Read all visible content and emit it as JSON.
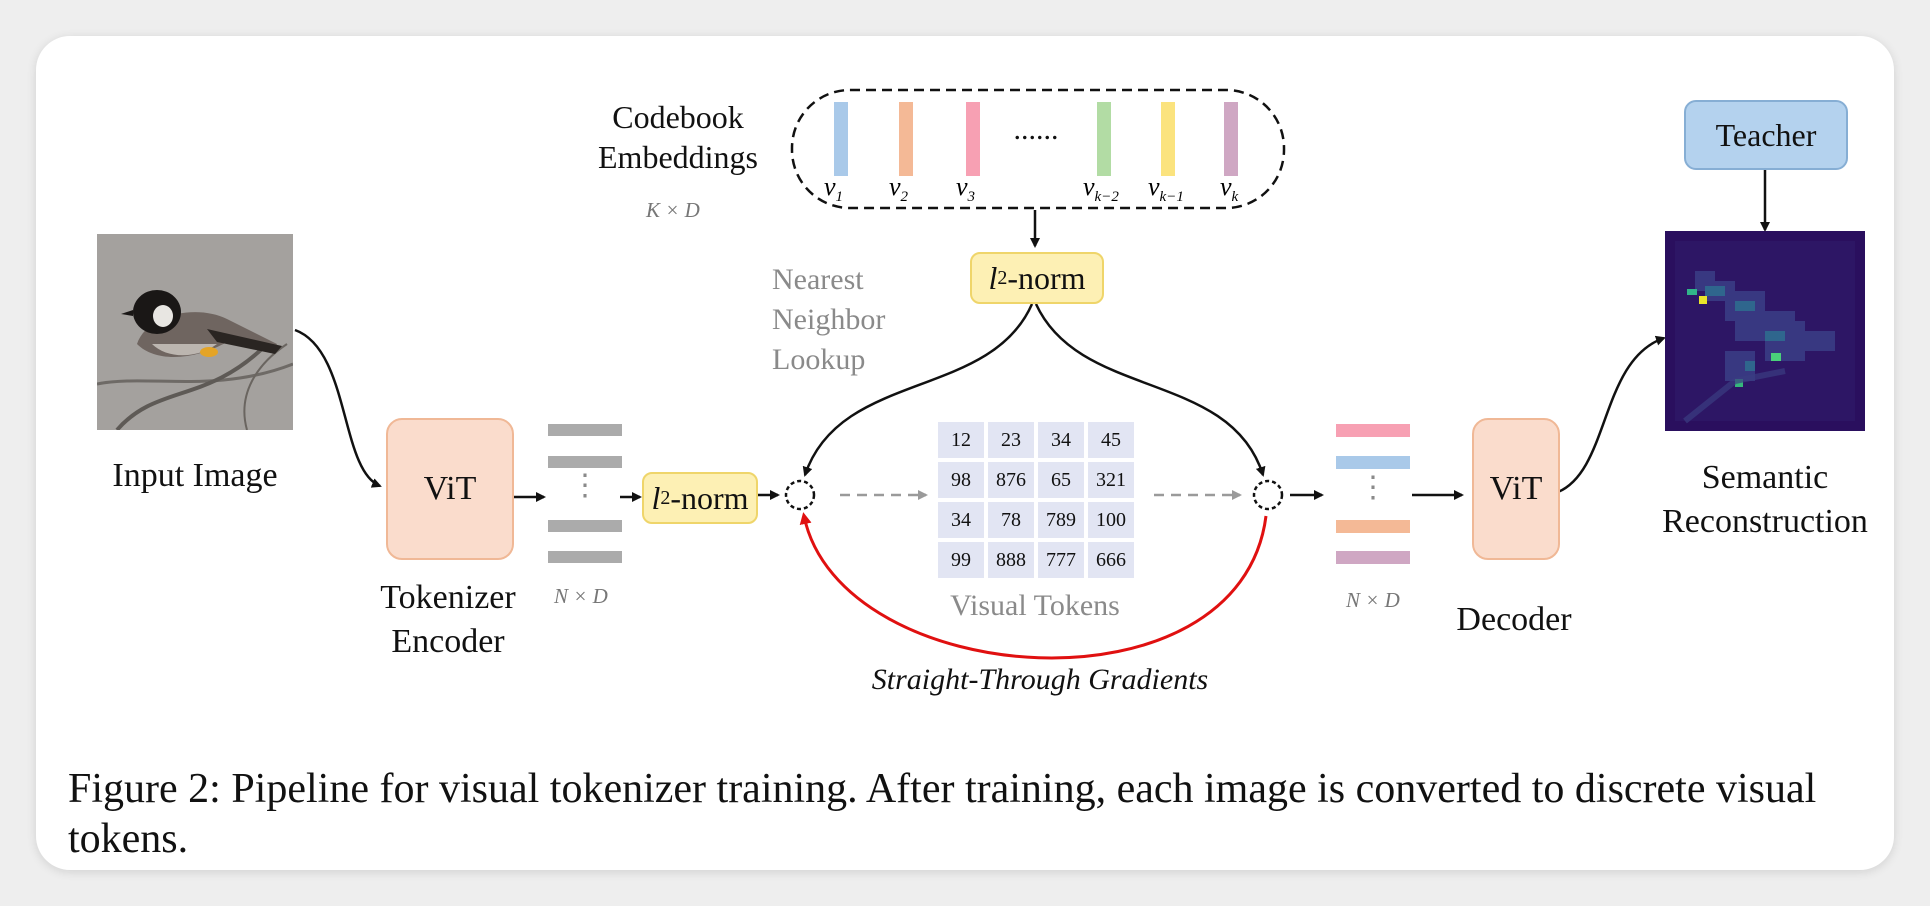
{
  "input_label": "Input Image",
  "encoder": {
    "box": "ViT",
    "label_line1": "Tokenizer",
    "label_line2": "Encoder"
  },
  "dims_encoder": "N × D",
  "dims_decoder": "N × D",
  "dims_codebook": "K × D",
  "norm_left": {
    "base": "l",
    "sub": "2",
    "suffix": "-norm"
  },
  "norm_top": {
    "base": "l",
    "sub": "2",
    "suffix": "-norm"
  },
  "codebook": {
    "label_line1": "Codebook",
    "label_line2": "Embeddings",
    "ellipsis": "......",
    "vectors": [
      {
        "base": "v",
        "sub": "1",
        "color": "#a9c9e9"
      },
      {
        "base": "v",
        "sub": "2",
        "color": "#f4b996"
      },
      {
        "base": "v",
        "sub": "3",
        "color": "#f7a0b3"
      },
      {
        "base": "v",
        "sub": "k−2",
        "color": "#b2dca4"
      },
      {
        "base": "v",
        "sub": "k−1",
        "color": "#fbe37e"
      },
      {
        "base": "v",
        "sub": "k",
        "color": "#cfa7c3"
      }
    ]
  },
  "lookup": {
    "line1": "Nearest",
    "line2": "Neighbor",
    "line3": "Lookup"
  },
  "visual_tokens": {
    "label": "Visual Tokens",
    "rows": [
      [
        "12",
        "23",
        "34",
        "45"
      ],
      [
        "98",
        "876",
        "65",
        "321"
      ],
      [
        "34",
        "78",
        "789",
        "100"
      ],
      [
        "99",
        "888",
        "777",
        "666"
      ]
    ]
  },
  "gradient_label": "Straight-Through Gradients",
  "decoder": {
    "box": "ViT",
    "label": "Decoder"
  },
  "decoder_bar_colors": [
    "#f7a0b3",
    "#a9c9e9",
    "#f4b996",
    "#cfa7c3"
  ],
  "teacher": "Teacher",
  "output_label_line1": "Semantic",
  "output_label_line2": "Reconstruction",
  "caption": "Figure 2: Pipeline for visual tokenizer training. After training, each image is converted to discrete visual tokens.",
  "colors": {
    "gradient_arrow": "#e01010",
    "gray_arrow": "#9a9a9a"
  }
}
